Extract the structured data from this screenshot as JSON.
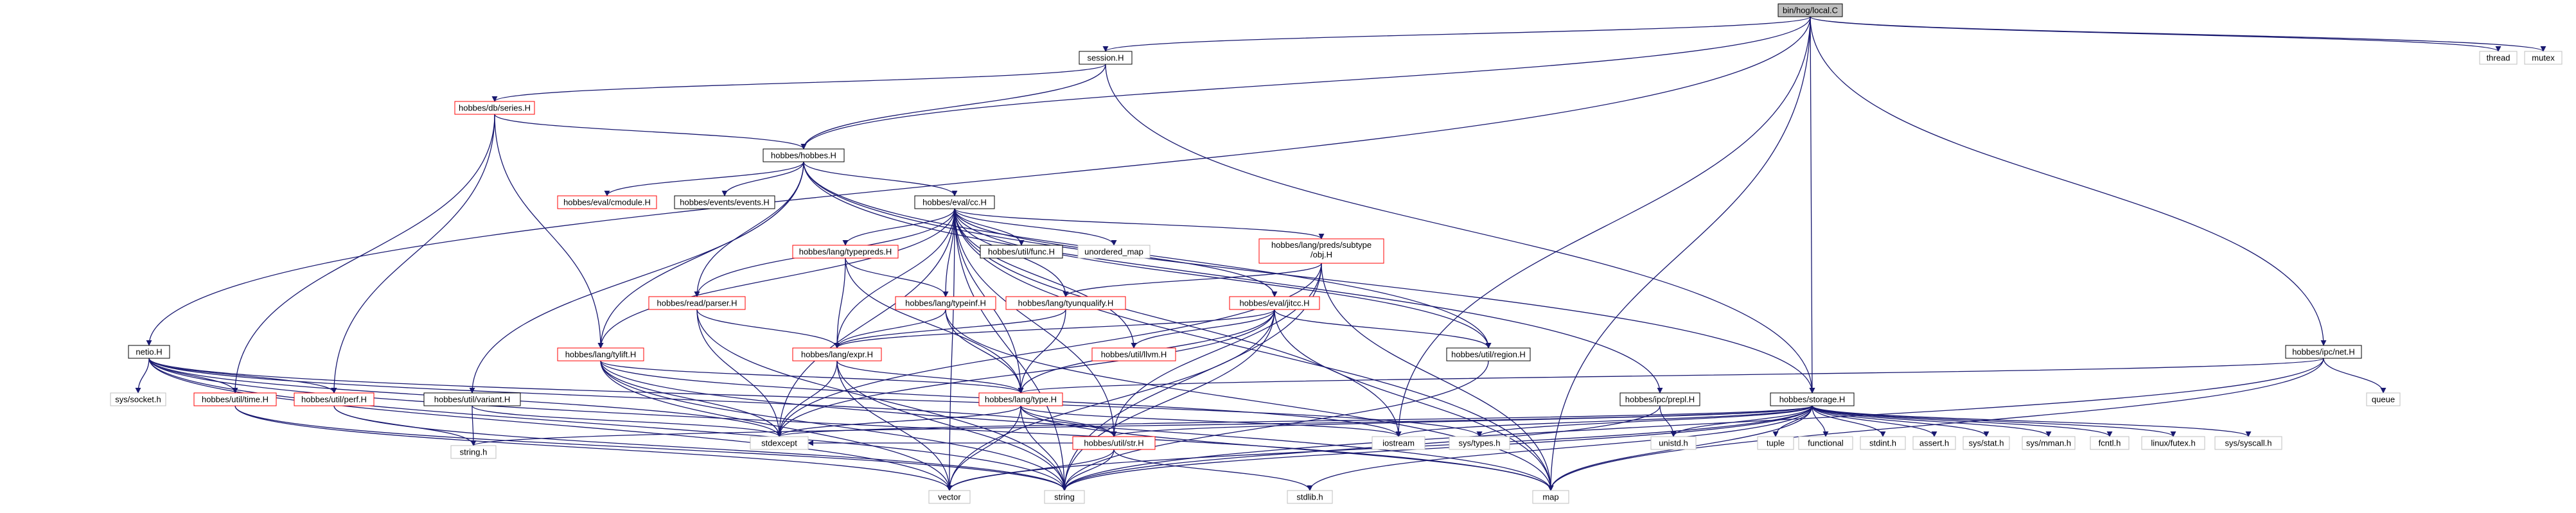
{
  "colors": {
    "edge": "#191970",
    "root_fill": "#bfbfbf",
    "root_border": "#000000",
    "documented_fill": "#ffffff",
    "documented_border": "#000000",
    "external_border": "#bfbfbf",
    "incomplete_border": "#ff0000",
    "text": "#000000"
  },
  "nodes": [
    {
      "id": "root",
      "label": "bin/hog/local.C",
      "kind": "root"
    },
    {
      "id": "thread",
      "label": "thread",
      "kind": "external"
    },
    {
      "id": "mutex",
      "label": "mutex",
      "kind": "external"
    },
    {
      "id": "session",
      "label": "session.H",
      "kind": "documented"
    },
    {
      "id": "series",
      "label": "hobbes/db/series.H",
      "kind": "incomplete"
    },
    {
      "id": "hobbes",
      "label": "hobbes/hobbes.H",
      "kind": "documented"
    },
    {
      "id": "cmodule",
      "label": "hobbes/eval/cmodule.H",
      "kind": "incomplete"
    },
    {
      "id": "events",
      "label": "hobbes/events/events.H",
      "kind": "documented"
    },
    {
      "id": "cc",
      "label": "hobbes/eval/cc.H",
      "kind": "documented"
    },
    {
      "id": "func",
      "label": "hobbes/util/func.H",
      "kind": "documented"
    },
    {
      "id": "umap",
      "label": "unordered_map",
      "kind": "external"
    },
    {
      "id": "typepreds",
      "label": "hobbes/lang/typepreds.H",
      "kind": "incomplete"
    },
    {
      "id": "subtype1",
      "label": "hobbes/lang/preds/subtype",
      "kind": "incomplete"
    },
    {
      "id": "subtype2",
      "label": "/obj.H",
      "kind": "incomplete"
    },
    {
      "id": "parser",
      "label": "hobbes/read/parser.H",
      "kind": "incomplete"
    },
    {
      "id": "typeinf",
      "label": "hobbes/lang/typeinf.H",
      "kind": "incomplete"
    },
    {
      "id": "tyunqualify",
      "label": "hobbes/lang/tyunqualify.H",
      "kind": "incomplete"
    },
    {
      "id": "jitcc",
      "label": "hobbes/eval/jitcc.H",
      "kind": "incomplete"
    },
    {
      "id": "expr",
      "label": "hobbes/lang/expr.H",
      "kind": "incomplete"
    },
    {
      "id": "llvm",
      "label": "hobbes/util/llvm.H",
      "kind": "incomplete"
    },
    {
      "id": "region",
      "label": "hobbes/util/region.H",
      "kind": "documented"
    },
    {
      "id": "tylift",
      "label": "hobbes/lang/tylift.H",
      "kind": "incomplete"
    },
    {
      "id": "variant",
      "label": "hobbes/util/variant.H",
      "kind": "documented"
    },
    {
      "id": "type",
      "label": "hobbes/lang/type.H",
      "kind": "incomplete"
    },
    {
      "id": "prepl",
      "label": "hobbes/ipc/prepl.H",
      "kind": "documented"
    },
    {
      "id": "storage",
      "label": "hobbes/storage.H",
      "kind": "documented"
    },
    {
      "id": "net",
      "label": "hobbes/ipc/net.H",
      "kind": "documented"
    },
    {
      "id": "queue",
      "label": "queue",
      "kind": "external"
    },
    {
      "id": "netio",
      "label": "netio.H",
      "kind": "documented"
    },
    {
      "id": "socket",
      "label": "sys/socket.h",
      "kind": "external"
    },
    {
      "id": "time",
      "label": "hobbes/util/time.H",
      "kind": "incomplete"
    },
    {
      "id": "perf",
      "label": "hobbes/util/perf.H",
      "kind": "incomplete"
    },
    {
      "id": "strh",
      "label": "hobbes/util/str.H",
      "kind": "incomplete"
    },
    {
      "id": "stringh",
      "label": "string.h",
      "kind": "external"
    },
    {
      "id": "stdexcept",
      "label": "stdexcept",
      "kind": "external"
    },
    {
      "id": "iostream",
      "label": "iostream",
      "kind": "external"
    },
    {
      "id": "systypes",
      "label": "sys/types.h",
      "kind": "external"
    },
    {
      "id": "unistd",
      "label": "unistd.h",
      "kind": "external"
    },
    {
      "id": "tuple",
      "label": "tuple",
      "kind": "external"
    },
    {
      "id": "functional",
      "label": "functional",
      "kind": "external"
    },
    {
      "id": "stdint",
      "label": "stdint.h",
      "kind": "external"
    },
    {
      "id": "assert",
      "label": "assert.h",
      "kind": "external"
    },
    {
      "id": "sysstat",
      "label": "sys/stat.h",
      "kind": "external"
    },
    {
      "id": "mman",
      "label": "sys/mman.h",
      "kind": "external"
    },
    {
      "id": "fcntl",
      "label": "fcntl.h",
      "kind": "external"
    },
    {
      "id": "futex",
      "label": "linux/futex.h",
      "kind": "external"
    },
    {
      "id": "syscall",
      "label": "sys/syscall.h",
      "kind": "external"
    },
    {
      "id": "vector",
      "label": "vector",
      "kind": "external"
    },
    {
      "id": "string",
      "label": "string",
      "kind": "external"
    },
    {
      "id": "stdlib",
      "label": "stdlib.h",
      "kind": "external"
    },
    {
      "id": "map",
      "label": "map",
      "kind": "external"
    }
  ],
  "edges": [
    [
      "root",
      "thread"
    ],
    [
      "root",
      "mutex"
    ],
    [
      "root",
      "session"
    ],
    [
      "root",
      "hobbes"
    ],
    [
      "root",
      "netio"
    ],
    [
      "root",
      "storage"
    ],
    [
      "root",
      "net"
    ],
    [
      "root",
      "map"
    ],
    [
      "root",
      "iostream"
    ],
    [
      "session",
      "series"
    ],
    [
      "session",
      "hobbes"
    ],
    [
      "session",
      "storage"
    ],
    [
      "series",
      "hobbes"
    ],
    [
      "series",
      "tylift"
    ],
    [
      "series",
      "time"
    ],
    [
      "series",
      "perf"
    ],
    [
      "hobbes",
      "cmodule"
    ],
    [
      "hobbes",
      "events"
    ],
    [
      "hobbes",
      "cc"
    ],
    [
      "hobbes",
      "parser"
    ],
    [
      "hobbes",
      "tylift"
    ],
    [
      "hobbes",
      "variant"
    ],
    [
      "hobbes",
      "region"
    ],
    [
      "hobbes",
      "prepl"
    ],
    [
      "hobbes",
      "storage"
    ],
    [
      "cc",
      "func"
    ],
    [
      "cc",
      "umap"
    ],
    [
      "cc",
      "typepreds"
    ],
    [
      "cc",
      "subtype1"
    ],
    [
      "cc",
      "parser"
    ],
    [
      "cc",
      "typeinf"
    ],
    [
      "cc",
      "tyunqualify"
    ],
    [
      "cc",
      "jitcc"
    ],
    [
      "cc",
      "expr"
    ],
    [
      "cc",
      "llvm"
    ],
    [
      "cc",
      "region"
    ],
    [
      "cc",
      "tylift"
    ],
    [
      "cc",
      "type"
    ],
    [
      "cc",
      "strh"
    ],
    [
      "cc",
      "stdexcept"
    ],
    [
      "cc",
      "iostream"
    ],
    [
      "cc",
      "string"
    ],
    [
      "cc",
      "vector"
    ],
    [
      "cc",
      "map"
    ],
    [
      "typepreds",
      "typeinf"
    ],
    [
      "typepreds",
      "expr"
    ],
    [
      "typepreds",
      "type"
    ],
    [
      "subtype1",
      "tyunqualify"
    ],
    [
      "subtype1",
      "stdexcept"
    ],
    [
      "subtype1",
      "strh"
    ],
    [
      "subtype1",
      "map"
    ],
    [
      "subtype1",
      "string"
    ],
    [
      "parser",
      "expr"
    ],
    [
      "parser",
      "stdexcept"
    ],
    [
      "parser",
      "string"
    ],
    [
      "typeinf",
      "expr"
    ],
    [
      "typeinf",
      "type"
    ],
    [
      "typeinf",
      "map"
    ],
    [
      "tyunqualify",
      "expr"
    ],
    [
      "tyunqualify",
      "type"
    ],
    [
      "jitcc",
      "expr"
    ],
    [
      "jitcc",
      "type"
    ],
    [
      "jitcc",
      "llvm"
    ],
    [
      "jitcc",
      "region"
    ],
    [
      "jitcc",
      "vector"
    ],
    [
      "jitcc",
      "string"
    ],
    [
      "jitcc",
      "map"
    ],
    [
      "jitcc",
      "stdexcept"
    ],
    [
      "expr",
      "type"
    ],
    [
      "expr",
      "string"
    ],
    [
      "expr",
      "vector"
    ],
    [
      "expr",
      "stdexcept"
    ],
    [
      "tylift",
      "type"
    ],
    [
      "tylift",
      "stdexcept"
    ],
    [
      "tylift",
      "string"
    ],
    [
      "tylift",
      "vector"
    ],
    [
      "tylift",
      "map"
    ],
    [
      "tylift",
      "iostream"
    ],
    [
      "variant",
      "stringh"
    ],
    [
      "variant",
      "stdexcept"
    ],
    [
      "type",
      "strh"
    ],
    [
      "type",
      "vector"
    ],
    [
      "type",
      "string"
    ],
    [
      "type",
      "map"
    ],
    [
      "type",
      "iostream"
    ],
    [
      "type",
      "stdexcept"
    ],
    [
      "region",
      "string"
    ],
    [
      "prepl",
      "unistd"
    ],
    [
      "prepl",
      "string"
    ],
    [
      "storage",
      "stdexcept"
    ],
    [
      "storage",
      "stringh"
    ],
    [
      "storage",
      "iostream"
    ],
    [
      "storage",
      "systypes"
    ],
    [
      "storage",
      "unistd"
    ],
    [
      "storage",
      "tuple"
    ],
    [
      "storage",
      "functional"
    ],
    [
      "storage",
      "stdint"
    ],
    [
      "storage",
      "assert"
    ],
    [
      "storage",
      "sysstat"
    ],
    [
      "storage",
      "mman"
    ],
    [
      "storage",
      "fcntl"
    ],
    [
      "storage",
      "futex"
    ],
    [
      "storage",
      "syscall"
    ],
    [
      "storage",
      "string"
    ],
    [
      "storage",
      "vector"
    ],
    [
      "storage",
      "map"
    ],
    [
      "storage",
      "strh"
    ],
    [
      "storage",
      "stdlib"
    ],
    [
      "net",
      "type"
    ],
    [
      "net",
      "queue"
    ],
    [
      "net",
      "string"
    ],
    [
      "net",
      "map"
    ],
    [
      "netio",
      "socket"
    ],
    [
      "netio",
      "time"
    ],
    [
      "netio",
      "perf"
    ],
    [
      "netio",
      "stdexcept"
    ],
    [
      "netio",
      "vector"
    ],
    [
      "netio",
      "string"
    ],
    [
      "netio",
      "systypes"
    ],
    [
      "netio",
      "strh"
    ],
    [
      "netio",
      "map"
    ],
    [
      "time",
      "string"
    ],
    [
      "time",
      "vector"
    ],
    [
      "perf",
      "string"
    ],
    [
      "perf",
      "stringh"
    ],
    [
      "strh",
      "vector"
    ],
    [
      "strh",
      "string"
    ],
    [
      "strh",
      "stdlib"
    ],
    [
      "strh",
      "stdexcept"
    ]
  ]
}
